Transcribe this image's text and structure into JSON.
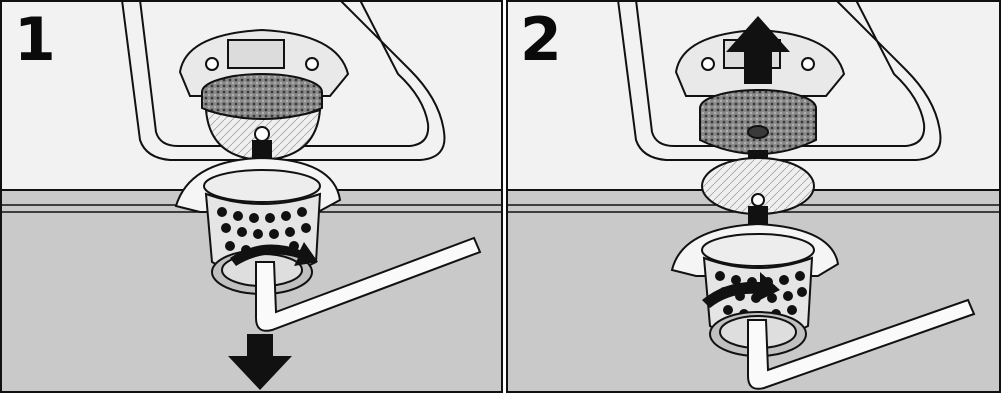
{
  "figure": {
    "kind": "instruction-illustration",
    "colors": {
      "upper_background": "#f2f2f2",
      "lower_background": "#c9c9c9",
      "outline": "#111111",
      "metal_light": "#e6e6e6",
      "mesh_dark": "#6b6b6b"
    },
    "panels": [
      {
        "step": "1",
        "arrow": "down-arrow",
        "description_icons": [
          "filter-housing-icon",
          "coarse-filter-icon",
          "fine-filter-icon",
          "allen-key-icon",
          "rotate-arrow-icon"
        ]
      },
      {
        "step": "2",
        "arrow": "up-arrow",
        "description_icons": [
          "filter-housing-icon",
          "coarse-filter-icon",
          "fine-filter-icon",
          "allen-key-icon",
          "rotate-arrow-icon"
        ]
      }
    ]
  }
}
